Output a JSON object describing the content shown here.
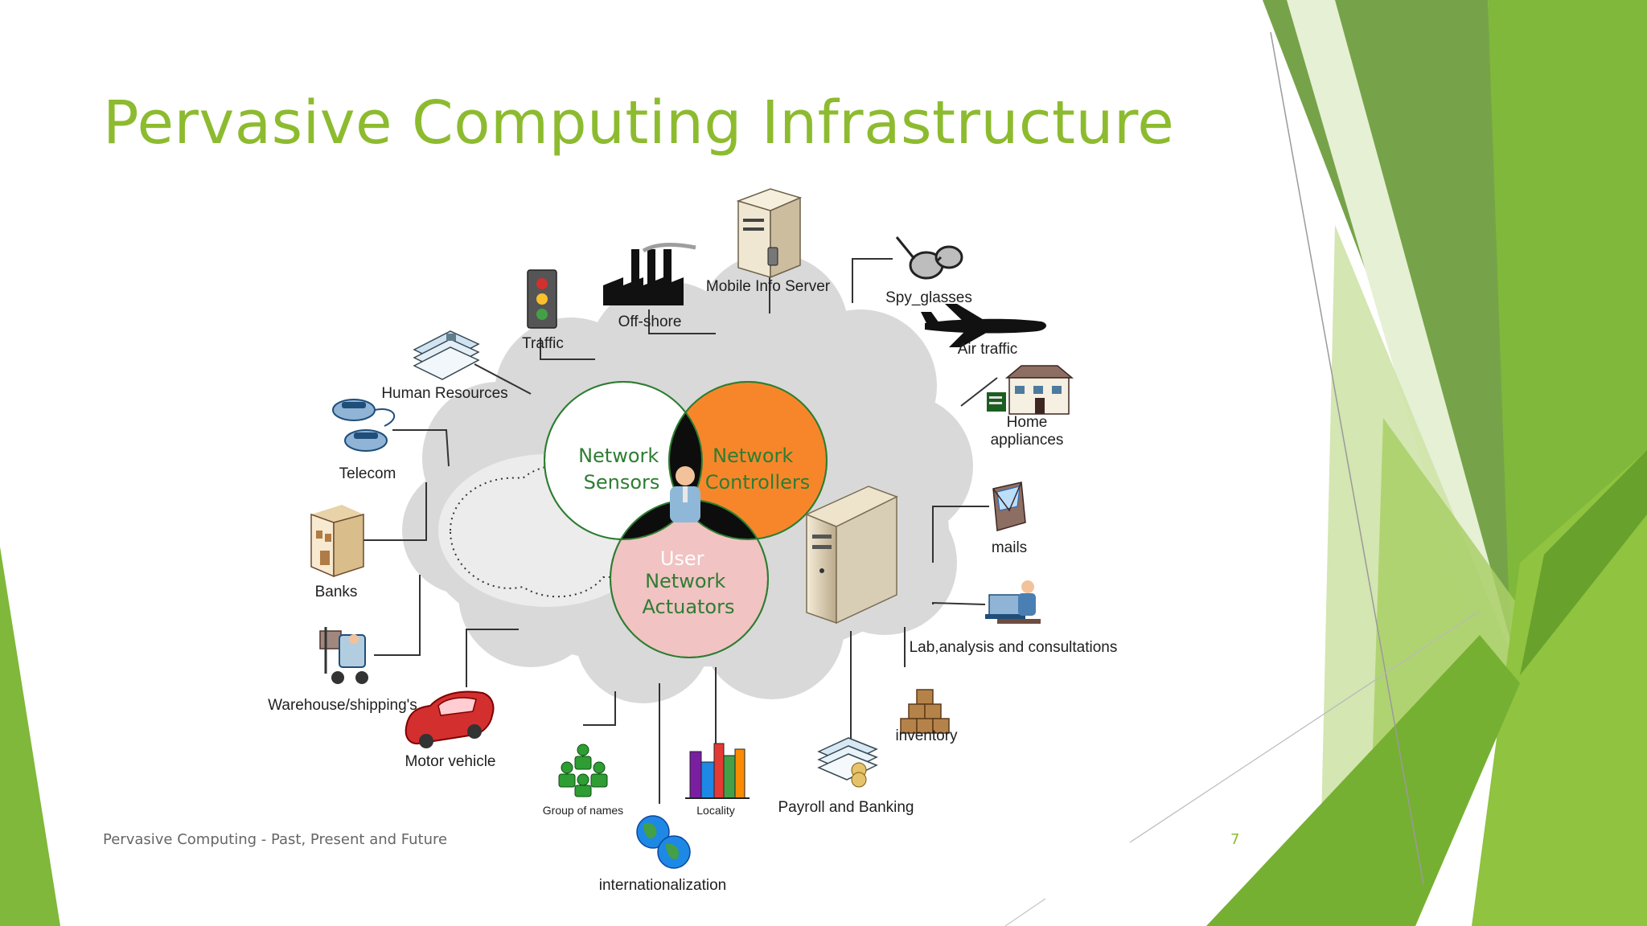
{
  "slide": {
    "title": "Pervasive Computing Infrastructure",
    "footer": "Pervasive Computing - Past, Present and Future",
    "page_number": "7"
  },
  "colors": {
    "title": "#8dbb2f",
    "accent_green": "#7fb83a",
    "accent_dark_green": "#5e9a2b",
    "venn_sensors": "#ffffff",
    "venn_controllers": "#f7862b",
    "venn_actuators": "#f1c3c3",
    "venn_text": "#2e7d32"
  },
  "venn": {
    "sensors": [
      "Network",
      "Sensors"
    ],
    "controllers": [
      "Network",
      "Controllers"
    ],
    "actuators": [
      "User",
      "Network",
      "Actuators"
    ]
  },
  "nodes": {
    "traffic": "Traffic",
    "off_shore": "Off-shore",
    "mobile_info_server": "Mobile Info Server",
    "spy_glasses": "Spy_glasses",
    "air_traffic": "Air traffic",
    "home_appliances_1": "Home",
    "home_appliances_2": "appliances",
    "human_resources": "Human Resources",
    "telecom": "Telecom",
    "banks": "Banks",
    "warehouse": "Warehouse/shipping's",
    "motor_vehicle": "Motor vehicle",
    "group_of_names": "Group of names",
    "locality": "Locality",
    "internationalization": "internationalization",
    "payroll": "Payroll and Banking",
    "inventory": "inventory",
    "lab": "Lab,analysis and consultations",
    "mails": "mails"
  },
  "icons": [
    "traffic-light-icon",
    "factory-icon",
    "server-icon",
    "glasses-icon",
    "airplane-icon",
    "house-icon",
    "documents-icon",
    "telephone-icon",
    "bank-icon",
    "forklift-icon",
    "car-icon",
    "people-group-icon",
    "buildings-icon",
    "globe-icon",
    "payroll-icon",
    "boxes-icon",
    "lab-worker-icon",
    "mail-icon",
    "user-icon"
  ]
}
